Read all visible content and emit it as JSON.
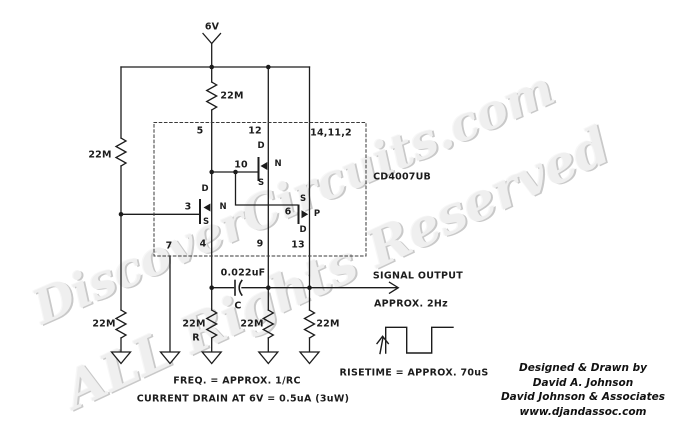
{
  "schematic": {
    "supply": {
      "label": "6V"
    },
    "ic": {
      "name": "CD4007UB",
      "pins": {
        "p5": "5",
        "p12": "12",
        "p14_11_2": "14,11,2",
        "p10": "10",
        "p3": "3",
        "p6": "6",
        "p7": "7",
        "p4": "4",
        "p9": "9",
        "p13": "13"
      }
    },
    "transistors": {
      "upper_nmos": {
        "drain": "D",
        "source": "S",
        "type": "N"
      },
      "lower_nmos": {
        "drain": "D",
        "source": "S",
        "type": "N"
      },
      "pmos": {
        "source": "S",
        "drain": "D",
        "type": "P"
      }
    },
    "resistors": {
      "top": "22M",
      "left_upper": "22M",
      "left_lower": "22M",
      "timing_value": "22M",
      "timing_name": "R",
      "middle": "22M",
      "output": "22M"
    },
    "capacitor": {
      "value": "0.022uF",
      "name": "C"
    },
    "output": {
      "title": "SIGNAL OUTPUT",
      "frequency": "APPROX. 2Hz"
    },
    "notes": {
      "frequency": "FREQ. = APPROX. 1/RC",
      "current_drain": "CURRENT DRAIN AT 6V = 0.5uA (3uW)",
      "risetime": "RISETIME = APPROX. 70uS"
    }
  },
  "watermark": {
    "line1": "DiscoverCircuits.com",
    "line2": "ALL Rights Reserved"
  },
  "credits": {
    "line1": "Designed & Drawn by",
    "line2": "David A. Johnson",
    "line3": "David Johnson & Associates",
    "line4": "www.djandassoc.com"
  },
  "colors": {
    "line": "#1c1c1c",
    "watermark": "#efefef",
    "background": "#ffffff"
  }
}
